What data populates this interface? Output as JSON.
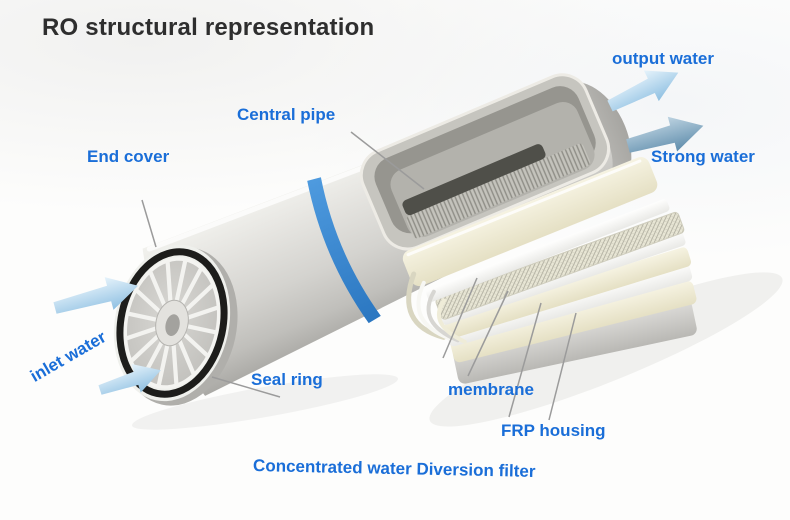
{
  "title": "RO structural representation",
  "labels": {
    "central_pipe": "Central pipe",
    "end_cover": "End cover",
    "output_water": "output water",
    "strong_water": "Strong water",
    "inlet_water": "inlet water",
    "seal_ring": "Seal ring",
    "membrane": "membrane",
    "frp_housing": "FRP housing",
    "bottom_caption": "Concentrated water Diversion filter"
  },
  "colors": {
    "title_color": "#2e2e2e",
    "label_blue": "#1a6ed8",
    "band_blue": "#3587d4",
    "arrow_light_blue": "#9cc8e6",
    "arrow_strong_blue": "#6f9cba",
    "housing_gray": "#d6d5d1",
    "membrane_cream": "#f0edd8",
    "seal_ring_black": "#1d1d1b"
  }
}
